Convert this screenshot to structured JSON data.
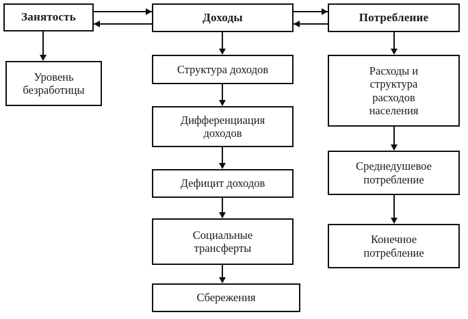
{
  "diagram": {
    "background_color": "#ffffff",
    "line_color": "#111111",
    "text_color": "#1a1a1a",
    "nodes": {
      "employment": "Занятость",
      "incomes": "Доходы",
      "consumption": "Потребление",
      "unemployment_rate": "Уровень\nбезработицы",
      "income_structure": "Структура доходов",
      "income_differentiation": "Дифференциация\nдоходов",
      "income_deficit": "Дефицит доходов",
      "social_transfers": "Социальные\nтрансферты",
      "savings": "Сбережения",
      "expenses_structure": "Расходы и\nструктура\nрасходов\nнаселения",
      "per_capita_consumption": "Среднедушевое\nпотребление",
      "final_consumption": "Конечное\nпотребление"
    },
    "edges": [
      {
        "from": "employment",
        "to": "incomes",
        "direction": "right"
      },
      {
        "from": "incomes",
        "to": "employment",
        "direction": "left"
      },
      {
        "from": "incomes",
        "to": "consumption",
        "direction": "right"
      },
      {
        "from": "consumption",
        "to": "incomes",
        "direction": "left"
      },
      {
        "from": "employment",
        "to": "unemployment_rate",
        "direction": "down"
      },
      {
        "from": "incomes",
        "to": "income_structure",
        "direction": "down"
      },
      {
        "from": "income_structure",
        "to": "income_differentiation",
        "direction": "down"
      },
      {
        "from": "income_differentiation",
        "to": "income_deficit",
        "direction": "down"
      },
      {
        "from": "income_deficit",
        "to": "social_transfers",
        "direction": "down"
      },
      {
        "from": "social_transfers",
        "to": "savings",
        "direction": "down"
      },
      {
        "from": "consumption",
        "to": "expenses_structure",
        "direction": "down"
      },
      {
        "from": "expenses_structure",
        "to": "per_capita_consumption",
        "direction": "down"
      },
      {
        "from": "per_capita_consumption",
        "to": "final_consumption",
        "direction": "down"
      }
    ]
  }
}
